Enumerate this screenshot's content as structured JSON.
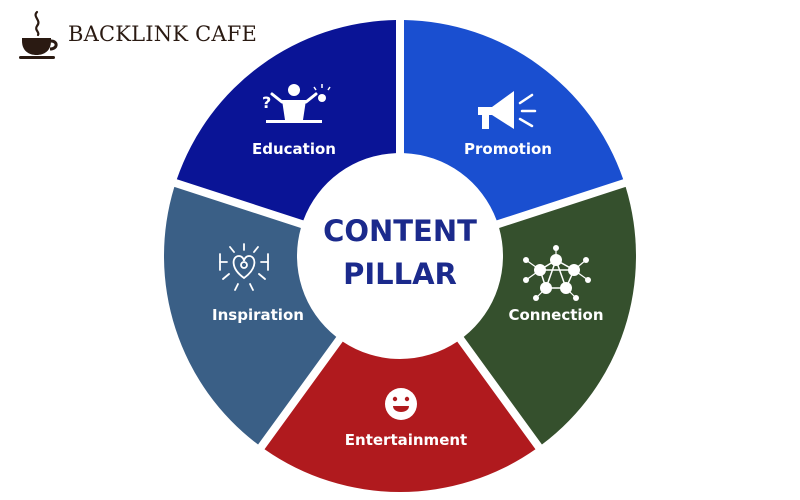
{
  "brand": {
    "name": "BACKLINK CAFE",
    "icon": "coffee-cup-icon",
    "color": "#2a1a12"
  },
  "center": {
    "line1": "CONTENT",
    "line2": "PILLAR",
    "color": "#1b2a8c"
  },
  "segments": [
    {
      "id": "education",
      "label": "Education",
      "icon": "person-question-lightbulb-icon",
      "color": "#0a1496"
    },
    {
      "id": "promotion",
      "label": "Promotion",
      "icon": "megaphone-icon",
      "color": "#1a4fd0"
    },
    {
      "id": "connection",
      "label": "Connection",
      "icon": "network-nodes-icon",
      "color": "#35502d"
    },
    {
      "id": "entertainment",
      "label": "Entertainment",
      "icon": "laughing-face-icon",
      "color": "#b01a1e"
    },
    {
      "id": "inspiration",
      "label": "Inspiration",
      "icon": "radiant-heart-icon",
      "color": "#3a5f86"
    }
  ]
}
